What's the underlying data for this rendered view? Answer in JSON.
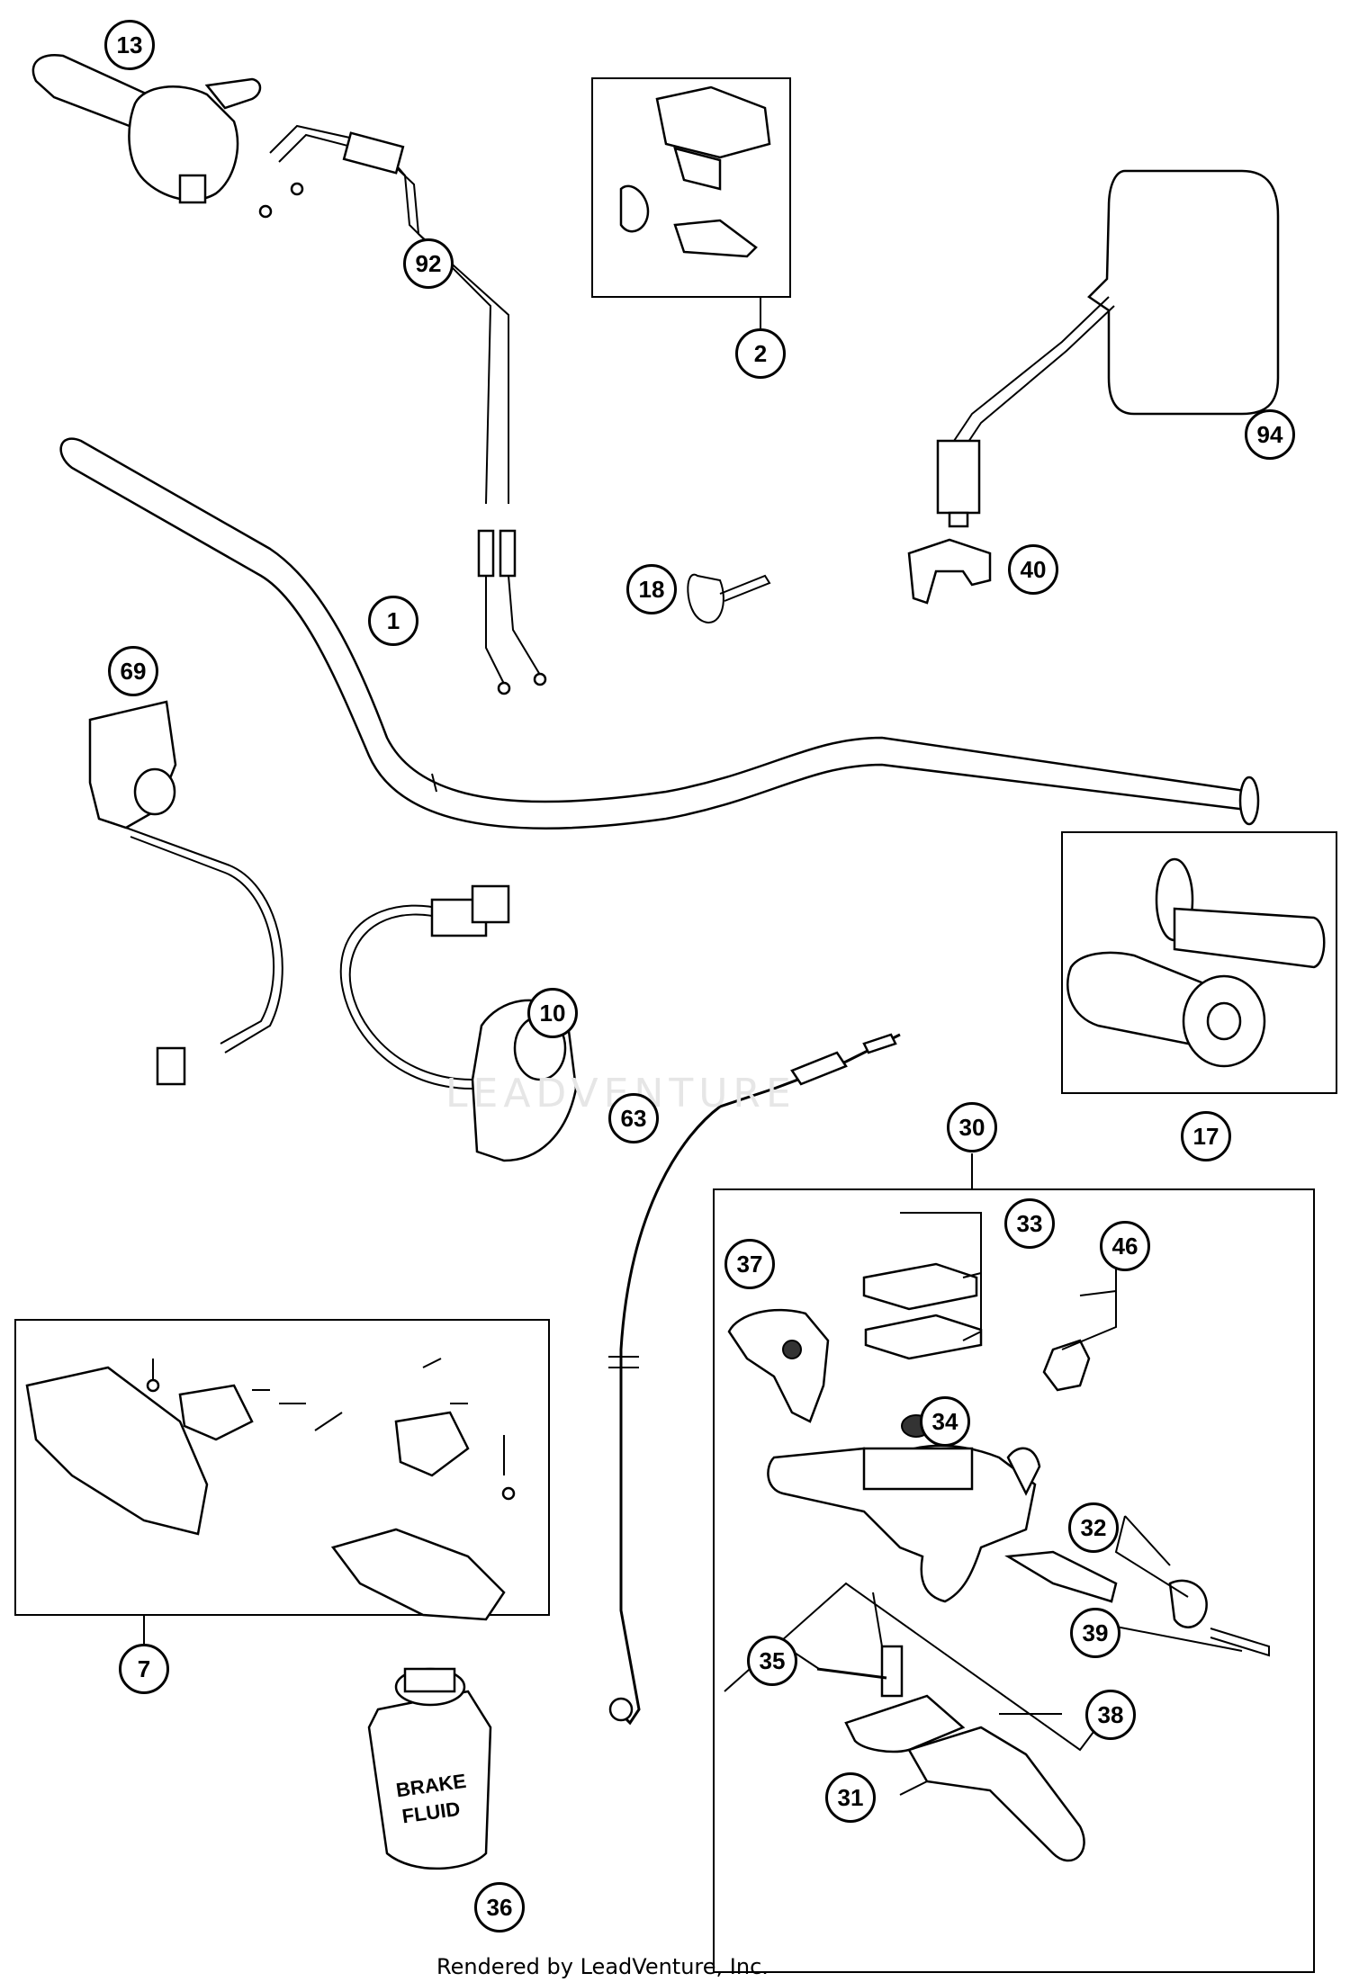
{
  "footer_text": "Rendered by LeadVenture, Inc.",
  "watermark_text": "LEADVENTURE",
  "fluid_can_label": [
    "BRAKE",
    "FLUID"
  ],
  "callouts": [
    {
      "id": "13",
      "label": "13"
    },
    {
      "id": "92",
      "label": "92"
    },
    {
      "id": "2",
      "label": "2"
    },
    {
      "id": "94",
      "label": "94"
    },
    {
      "id": "40",
      "label": "40"
    },
    {
      "id": "18",
      "label": "18"
    },
    {
      "id": "1",
      "label": "1"
    },
    {
      "id": "69",
      "label": "69"
    },
    {
      "id": "10",
      "label": "10"
    },
    {
      "id": "17",
      "label": "17"
    },
    {
      "id": "63",
      "label": "63"
    },
    {
      "id": "30",
      "label": "30"
    },
    {
      "id": "33",
      "label": "33"
    },
    {
      "id": "46",
      "label": "46"
    },
    {
      "id": "37",
      "label": "37"
    },
    {
      "id": "34",
      "label": "34"
    },
    {
      "id": "32",
      "label": "32"
    },
    {
      "id": "39",
      "label": "39"
    },
    {
      "id": "35",
      "label": "35"
    },
    {
      "id": "38",
      "label": "38"
    },
    {
      "id": "31",
      "label": "31"
    },
    {
      "id": "7",
      "label": "7"
    },
    {
      "id": "36",
      "label": "36"
    }
  ]
}
